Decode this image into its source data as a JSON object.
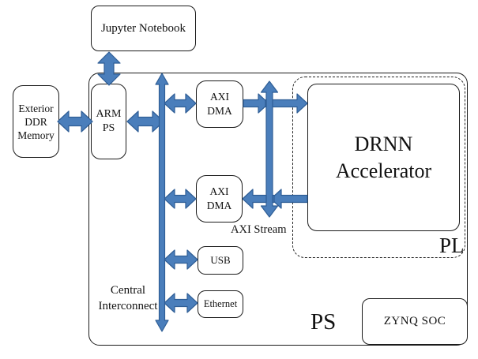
{
  "colors": {
    "arrow_fill": "#4a7ebb",
    "arrow_stroke": "#2f5e96",
    "box_border": "#1b1b1b",
    "background": "#ffffff"
  },
  "nodes": {
    "jupyter": {
      "label": "Jupyter Notebook"
    },
    "ddr": {
      "lines": [
        "Exterior",
        "DDR",
        "Memory"
      ]
    },
    "arm": {
      "lines": [
        "ARM",
        "PS"
      ]
    },
    "axi_dma_top": {
      "lines": [
        "AXI",
        "DMA"
      ]
    },
    "axi_dma_bottom": {
      "lines": [
        "AXI",
        "DMA"
      ]
    },
    "usb": {
      "label": "USB"
    },
    "ethernet": {
      "label": "Ethernet"
    },
    "drnn": {
      "lines": [
        "DRNN",
        "Accelerator"
      ]
    },
    "zynq": {
      "label": "ZYNQ SOC"
    }
  },
  "labels": {
    "central_interconnect": {
      "lines": [
        "Central",
        "Interconnect"
      ]
    },
    "axi_stream": "AXI Stream",
    "ps": "PS",
    "pl": "PL"
  }
}
